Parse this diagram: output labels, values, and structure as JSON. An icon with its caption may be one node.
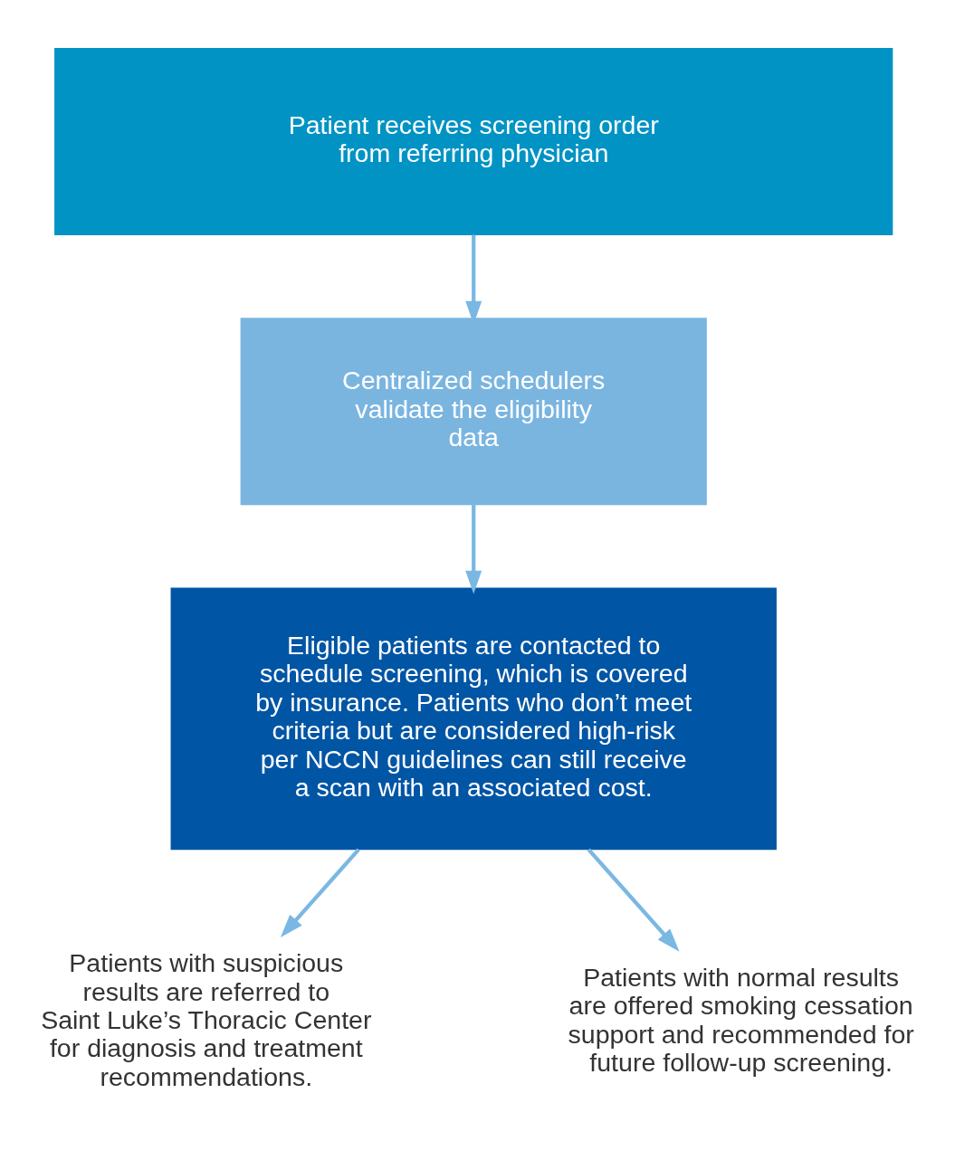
{
  "diagram": {
    "nodes": [
      {
        "text": [
          "Patient receives screening order from referring physician"
        ]
      },
      {
        "text": [
          "Centralized schedulers validate the eligibility data"
        ]
      },
      {
        "text": [
          "Eligible patients are contacted to schedule screening, which is covered by insurance. Patients who don’t meet criteria but are considered high-risk per NCCN guidelines can still receive a scan with an associated cost."
        ]
      },
      {
        "text": [
          "Patients with suspicious results are referred to Saint Luke’s Thoracic Center for diagnosis and treatment recommendations."
        ]
      },
      {
        "text": [
          "Patients with normal results are offered smoking cessation support and recommended for future follow-up screening."
        ]
      }
    ],
    "edges": [
      {
        "from": 0,
        "to": 1,
        "arrow": "to"
      },
      {
        "from": 1,
        "to": 2,
        "arrow": "to"
      },
      {
        "from": 2,
        "to": 3,
        "arrow": "to"
      },
      {
        "from": 2,
        "to": 4,
        "arrow": "to"
      }
    ]
  }
}
